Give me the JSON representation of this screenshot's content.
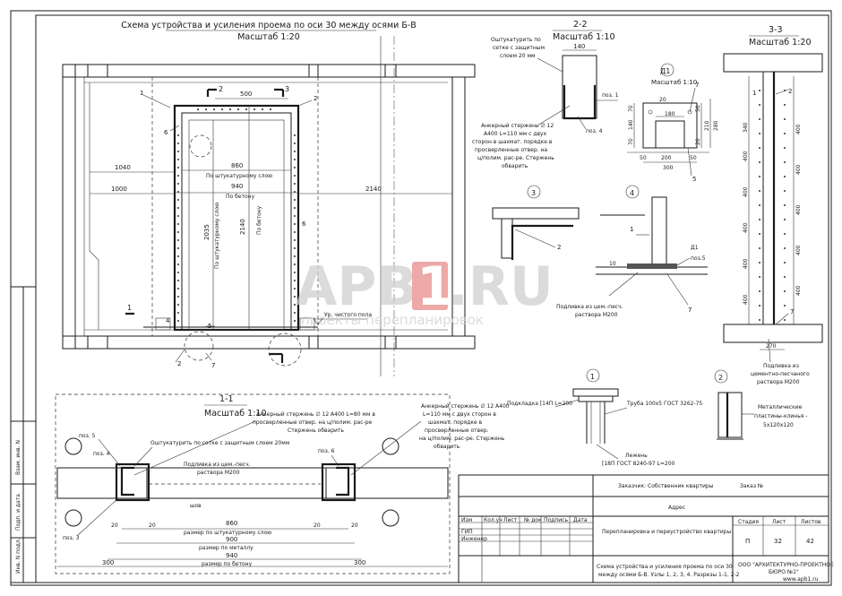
{
  "plan": {
    "title": "Схема устройства и усиления проема по оси 30 между осями Б-В",
    "scale": "Масштаб 1:20",
    "dims": {
      "d500": "500",
      "d860": "860",
      "d860_note": "По штукатурному слою",
      "d940": "940",
      "d940_note": "По бетону",
      "d1040": "1040",
      "d1000": "1000",
      "d2140": "2140",
      "d2035": "2035",
      "d2035_note": "По штукатурному слою",
      "d2140v": "2140",
      "d2140v_note": "По бетону"
    },
    "floor_note": "Ур. чистого пола",
    "pos": {
      "p1": "1",
      "p2": "2",
      "p3": "3",
      "p4": "4",
      "p5": "5",
      "p6": "6",
      "p7": "7"
    },
    "cuts": {
      "c1": "1",
      "c3": "3",
      "c2": "2"
    }
  },
  "sec22": {
    "title": "2-2",
    "scale": "Масштаб 1:10",
    "plaster_note_1": "Оштукатурить по",
    "plaster_note_2": "сетке с защитным",
    "plaster_note_3": "слоем 20 мм",
    "dim140": "140",
    "poz1": "поз. 1",
    "poz4": "поз. 4",
    "anchor_1": "Анкерный стержень ∅ 12",
    "anchor_2": "А400 L=110 мм с двух",
    "anchor_3": "сторон в шахмат. порядке в",
    "anchor_4": "просверленные отвер. на",
    "anchor_5": "ц/полим. рас-ре. Стержень",
    "anchor_6": "обварить"
  },
  "d1": {
    "title": "Д1",
    "scale": "Масштаб 1:10",
    "dims": [
      "180",
      "20",
      "50",
      "200",
      "50",
      "300",
      "70",
      "140",
      "70",
      "50",
      "210",
      "280",
      "20"
    ],
    "p5": "5",
    "p7": "7"
  },
  "sec33": {
    "title": "3-3",
    "scale": "Масштаб 1:20",
    "dims": [
      "340",
      "400",
      "400",
      "400",
      "400",
      "400",
      "270"
    ],
    "p1": "1",
    "p2": "2",
    "p7": "7",
    "note_1": "Подливка из",
    "note_2": "цементно-песчаного",
    "note_3": "раствора М200"
  },
  "node3": {
    "num": "3",
    "p2": "2"
  },
  "node4": {
    "num": "4",
    "p1": "1",
    "d1": "Д1",
    "poz5": "поз.5",
    "dim10": "10",
    "p7": "7",
    "note_1": "Подливка из цем.-песч.",
    "note_2": "раствора М200"
  },
  "node1": {
    "num": "1",
    "shelf": "Подкладка [14П L=200",
    "pipe": "Труба 100x5 ГОСТ 3262-75",
    "lintel_1": "Лежень",
    "lintel_2": "[18П ГОСТ 8240-97 L=200"
  },
  "node2": {
    "num": "2",
    "note_1": "Металлические",
    "note_2": "пластины-клинья -",
    "note_3": "5x120x120"
  },
  "sec11": {
    "title": "1-1",
    "scale": "Масштаб 1:10",
    "anchor_l_1": "Анкерный стержень ∅ 12 А400 L=80 мм в",
    "anchor_l_2": "просверленные отвер. на ц/полим. рас-ре",
    "anchor_l_3": "Стержень обварить",
    "anchor_r_1": "Анкерный стержень ∅ 12 А400",
    "anchor_r_2": "L=110 мм с двух сторон в",
    "anchor_r_3": "шахмат. порядке в",
    "anchor_r_4": "просверленные отвер.",
    "anchor_r_5": "на ц/полим. рас-ре. Стержень",
    "anchor_r_6": "обварить",
    "plaster": "Оштукатурить по сетке с защитным слоем 20мм",
    "poz5": "поз. 5",
    "poz6": "поз. 6",
    "poz4": "поз. 4",
    "poz3": "поз. 3",
    "sub_1": "Подливка из цем.-песч.",
    "sub_2": "раствора М200",
    "shov": "шов",
    "d20a": "20",
    "d20b": "20",
    "d20c": "20",
    "d20d": "20",
    "d860": "860",
    "d860_note": "размер по штукатурному слою",
    "d900": "900",
    "d900_note": "размер по металлу",
    "d940": "940",
    "d940_note": "размер по бетону",
    "d300l": "300",
    "d300r": "300"
  },
  "titleblock": {
    "customer": "Заказчик: Собственник квартиры",
    "order": "Заказ №",
    "address": "Адрес",
    "cols": [
      "Изм",
      "Кол.уч",
      "Лист",
      "№ док",
      "Подпись",
      "Дата"
    ],
    "gip": "ГИП",
    "engineer": "Инженер",
    "project": "Перепланировка и переустройство квартиры",
    "stage_h": "Стадия",
    "sheet_h": "Лист",
    "sheets_h": "Листов",
    "stage": "П",
    "sheet": "32",
    "sheets": "42",
    "drawing_1": "Схема устройства и усиления проема по оси 30",
    "drawing_2": "между осями Б-В. Узлы 1, 2, 3, 4. Разрезы 1-1, 2-2",
    "company_1": "ООО \"АРХИТЕКТУРНО-ПРОЕКТНОЕ",
    "company_2": "БЮРО №1\"",
    "site": "www.apb1.ru"
  },
  "side": {
    "inv": "Инв. N подл.",
    "sign": "Подп. и дата",
    "repl": "Взам. инв. N"
  },
  "watermark": {
    "a": "APB",
    "one": "1",
    "ru": ".RU",
    "sub": "проекты перепланировок",
    "accent": "#e88b8b"
  }
}
